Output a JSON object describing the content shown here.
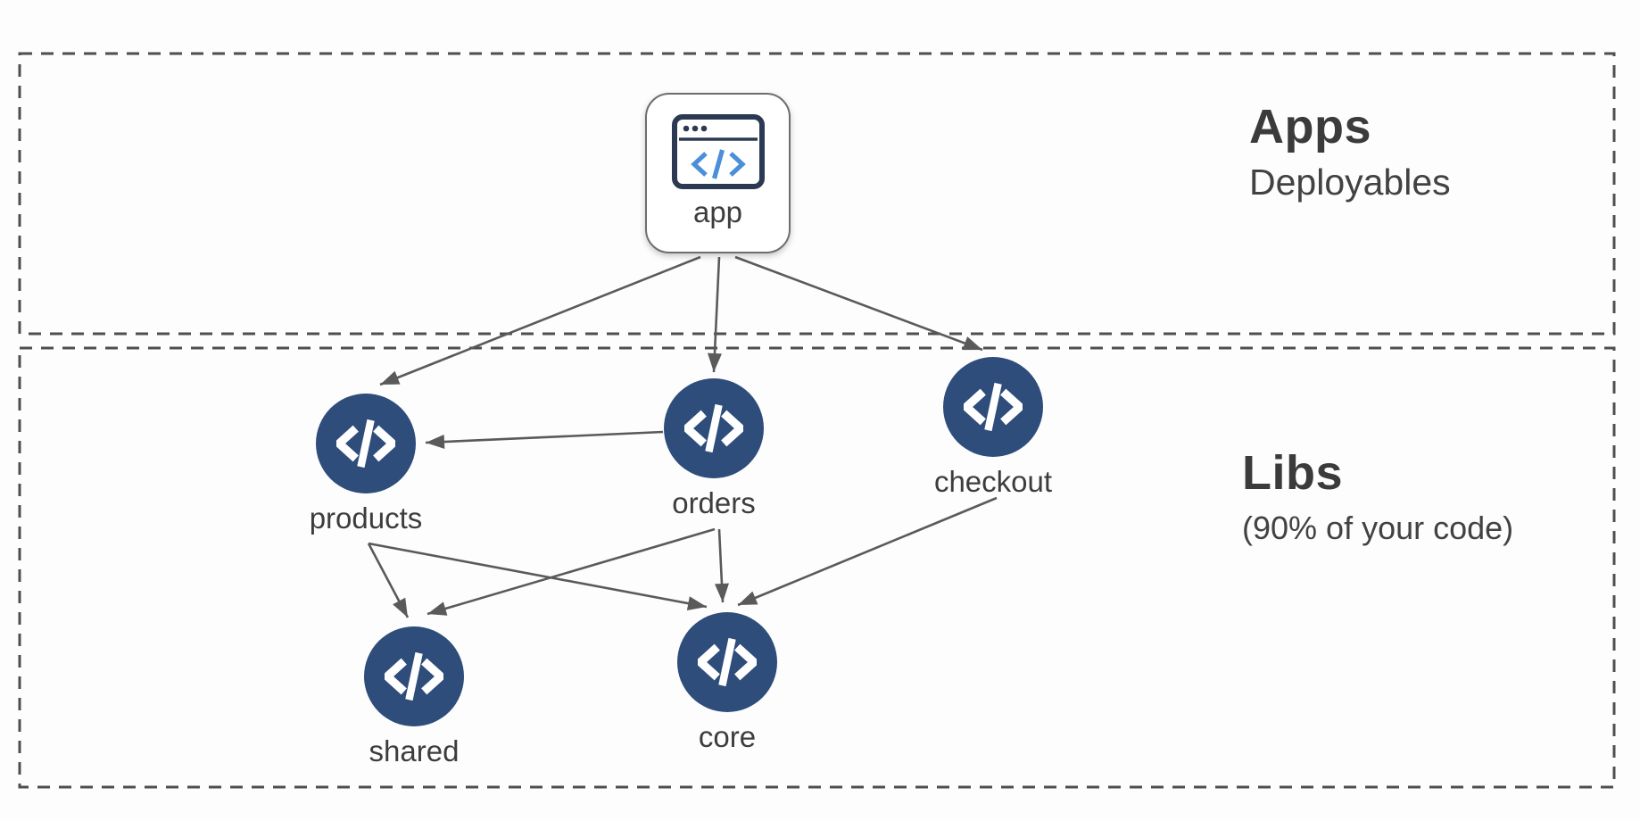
{
  "diagram": {
    "sections": {
      "apps": {
        "title": "Apps",
        "subtitle": "Deployables"
      },
      "libs": {
        "title": "Libs",
        "subtitle": "(90% of your code)"
      }
    },
    "nodes": {
      "app": {
        "label": "app",
        "type": "application",
        "icon": "browser-window-code-icon"
      },
      "products": {
        "label": "products",
        "type": "library",
        "icon": "code-circle-icon"
      },
      "orders": {
        "label": "orders",
        "type": "library",
        "icon": "code-circle-icon"
      },
      "checkout": {
        "label": "checkout",
        "type": "library",
        "icon": "code-circle-icon"
      },
      "shared": {
        "label": "shared",
        "type": "library",
        "icon": "code-circle-icon"
      },
      "core": {
        "label": "core",
        "type": "library",
        "icon": "code-circle-icon"
      }
    },
    "edges": [
      {
        "from": "app",
        "to": "products"
      },
      {
        "from": "app",
        "to": "orders"
      },
      {
        "from": "app",
        "to": "checkout"
      },
      {
        "from": "orders",
        "to": "products"
      },
      {
        "from": "products",
        "to": "shared"
      },
      {
        "from": "products",
        "to": "core"
      },
      {
        "from": "orders",
        "to": "shared"
      },
      {
        "from": "orders",
        "to": "core"
      },
      {
        "from": "checkout",
        "to": "core"
      }
    ],
    "icons": {
      "code_glyph": "</>",
      "browser_dots_count": 3
    },
    "colors": {
      "node_fill": "#2e4d7b",
      "icon_navy": "#2b3a52",
      "icon_blue": "#4c8fd9",
      "edge_gray": "#5a5a5a",
      "dashed_border": "#4e4e4e",
      "text": "#3c3c3c",
      "card_background": "#ffffff"
    }
  }
}
